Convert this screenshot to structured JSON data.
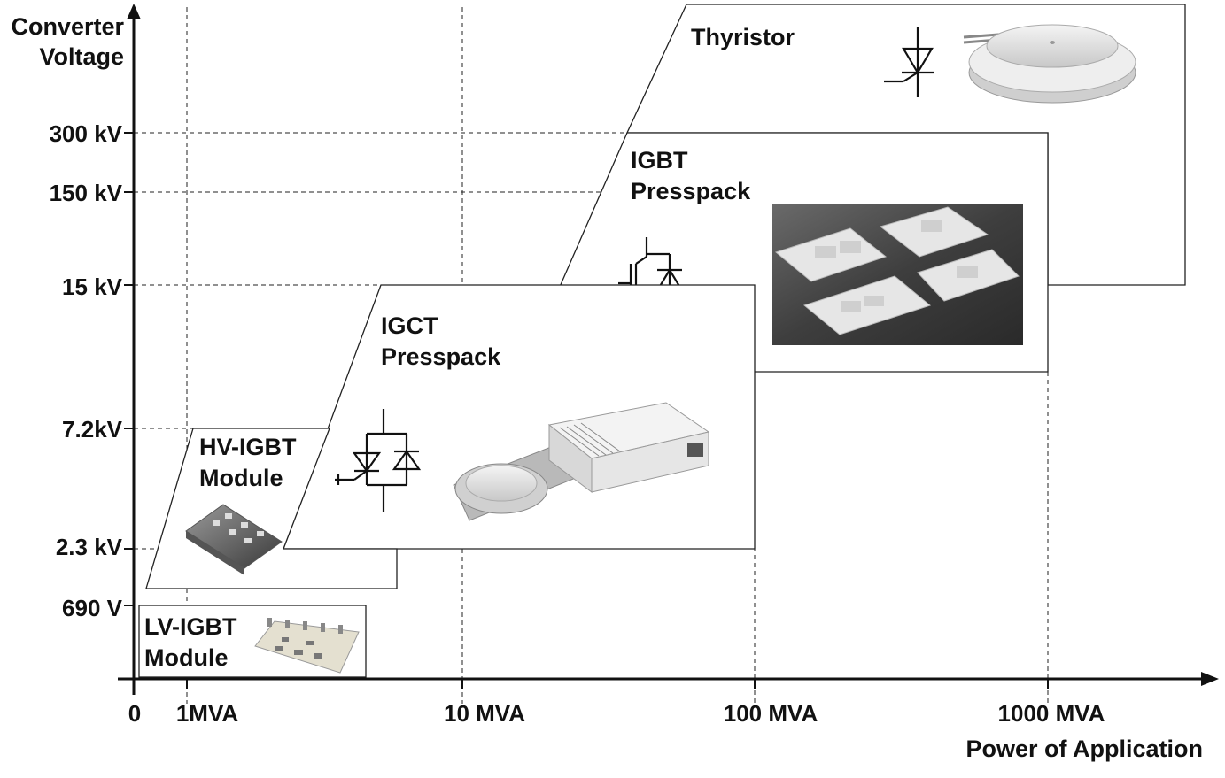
{
  "axes": {
    "y_title_line1": "Converter",
    "y_title_line2": "Voltage",
    "x_title": "Power of Application",
    "y_ticks": [
      "300 kV",
      "150 kV",
      "15 kV",
      "7.2kV",
      "2.3 kV",
      "690 V"
    ],
    "x_ticks": [
      "0",
      "1MVA",
      "10 MVA",
      "100 MVA",
      "1000 MVA"
    ]
  },
  "regions": {
    "thyristor": {
      "line1": "Thyristor"
    },
    "igbt_presspack": {
      "line1": "IGBT",
      "line2": "Presspack"
    },
    "igct_presspack": {
      "line1": "IGCT",
      "line2": "Presspack"
    },
    "hv_igbt": {
      "line1": "HV-IGBT",
      "line2": "Module"
    },
    "lv_igbt": {
      "line1": "LV-IGBT",
      "line2": "Module"
    }
  },
  "colors": {
    "axis": "#111111",
    "region_border": "#222222",
    "photo_dark_bg": "#4a4a4a",
    "device_light": "#e8e8e8"
  },
  "icons": [
    "thyristor-symbol-icon",
    "igbt-symbol-icon",
    "igct-symbol-icon"
  ]
}
